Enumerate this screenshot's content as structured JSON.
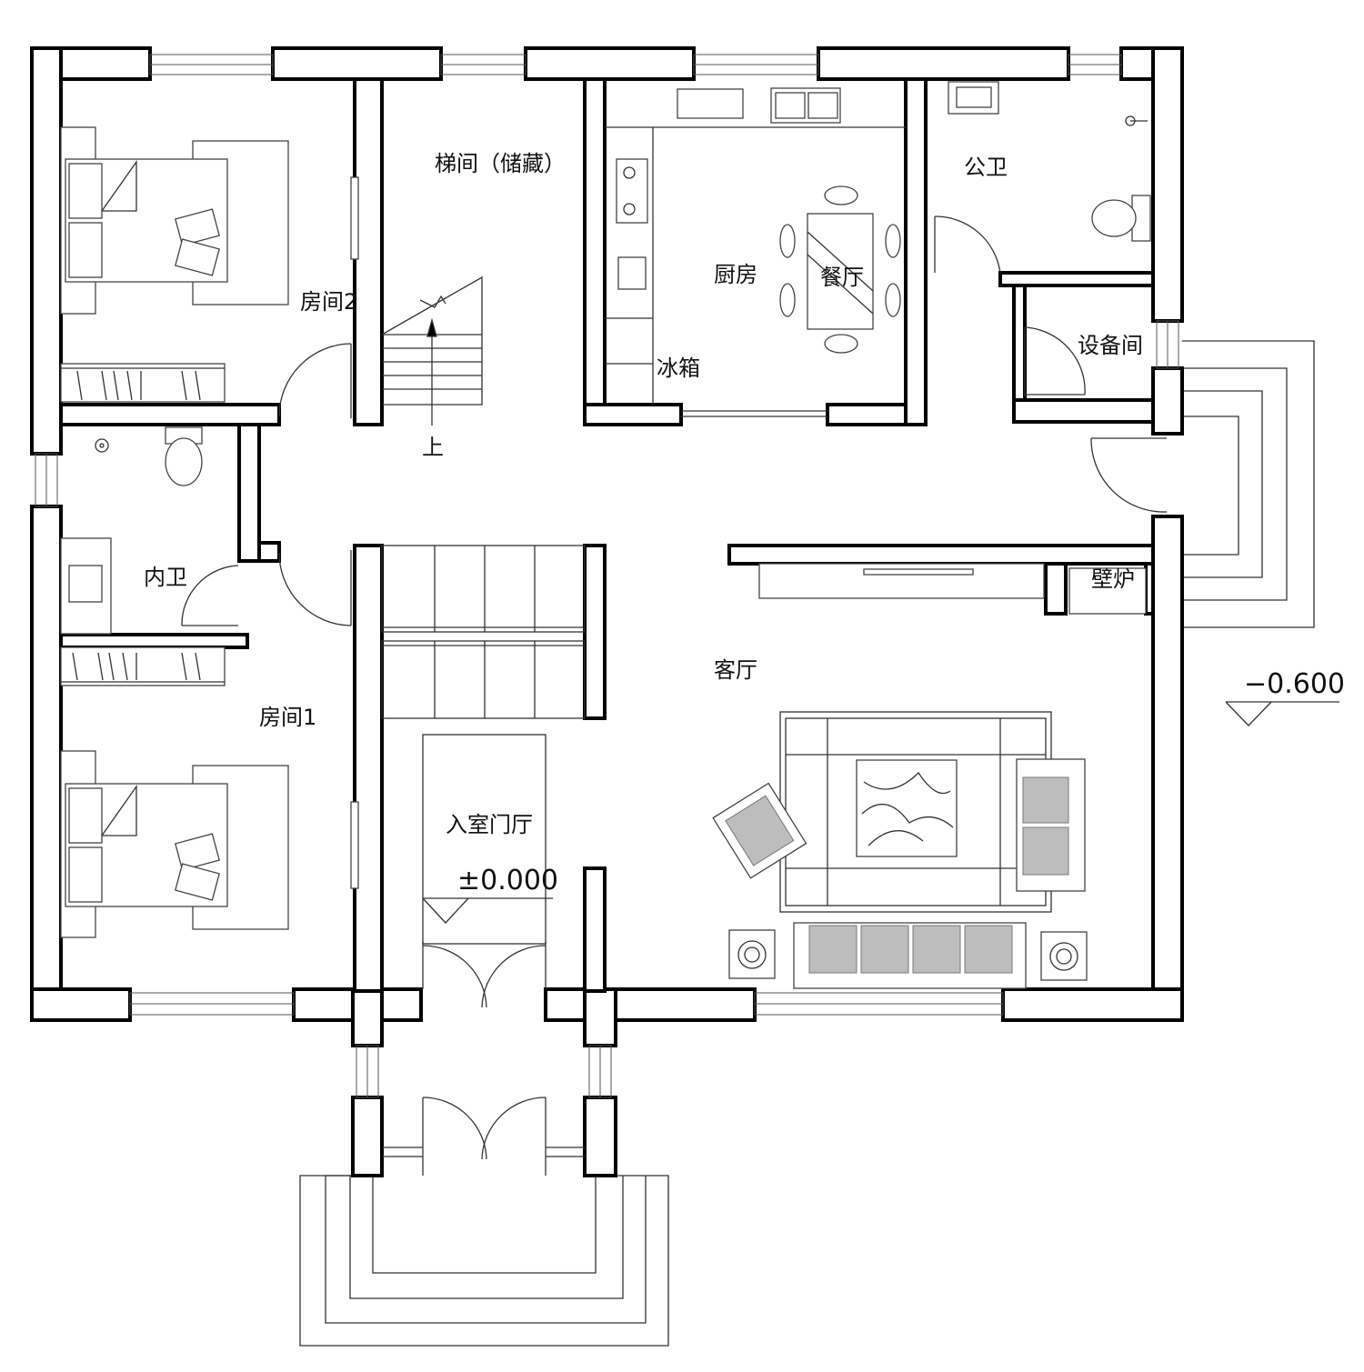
{
  "plan": {
    "rooms": {
      "room2": "房间2",
      "stair_storage": "梯间（储藏）",
      "kitchen": "厨房",
      "dining": "餐厅",
      "fridge": "冰箱",
      "public_wc": "公卫",
      "equipment": "设备间",
      "inner_wc": "内卫",
      "room1": "房间1",
      "living": "客厅",
      "fireplace": "壁炉",
      "entrance_hall": "入室门厅"
    },
    "stair_up": "上",
    "elevations": {
      "floor": "±0.000",
      "outdoor": "−0.600"
    }
  },
  "colors": {
    "wall": "#000000",
    "line": "#333333",
    "background": "#ffffff"
  }
}
